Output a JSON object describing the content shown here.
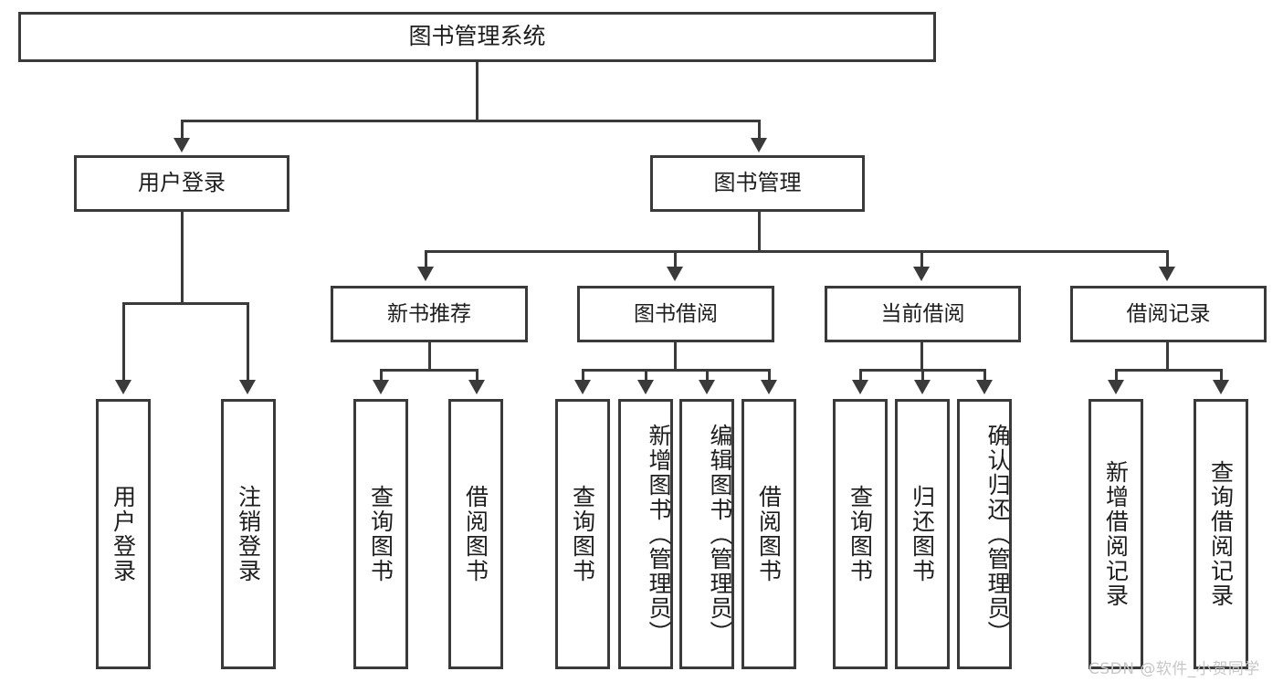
{
  "diagram": {
    "type": "tree",
    "title": "图书管理系统",
    "root": {
      "id": "root",
      "label": "图书管理系统"
    },
    "level1": [
      {
        "id": "user-login",
        "label": "用户登录"
      },
      {
        "id": "book-management",
        "label": "图书管理"
      }
    ],
    "level2": [
      {
        "id": "new-book-recommend",
        "label": "新书推荐"
      },
      {
        "id": "book-borrow",
        "label": "图书借阅"
      },
      {
        "id": "current-borrow",
        "label": "当前借阅"
      },
      {
        "id": "borrow-record",
        "label": "借阅记录"
      }
    ],
    "leaves": {
      "user_login": [
        {
          "id": "leaf-user-login",
          "label": "用户登录"
        },
        {
          "id": "leaf-logout-login",
          "label": "注销登录"
        }
      ],
      "new_book_recommend": [
        {
          "id": "leaf-query-book-1",
          "label": "查询图书"
        },
        {
          "id": "leaf-borrow-book-1",
          "label": "借阅图书"
        }
      ],
      "book_borrow": [
        {
          "id": "leaf-query-book-2",
          "label": "查询图书"
        },
        {
          "id": "leaf-add-book",
          "label": "新增图书（管理员）"
        },
        {
          "id": "leaf-edit-book",
          "label": "编辑图书（管理员）"
        },
        {
          "id": "leaf-borrow-book-2",
          "label": "借阅图书"
        }
      ],
      "current_borrow": [
        {
          "id": "leaf-query-book-3",
          "label": "查询图书"
        },
        {
          "id": "leaf-return-book",
          "label": "归还图书"
        },
        {
          "id": "leaf-confirm-return",
          "label": "确认归还（管理员）"
        }
      ],
      "borrow_record": [
        {
          "id": "leaf-add-record",
          "label": "新增借阅记录"
        },
        {
          "id": "leaf-query-record",
          "label": "查询借阅记录"
        }
      ]
    }
  },
  "watermark": {
    "text": "CSDN @软件_小贺同学"
  },
  "colors": {
    "stroke": "#3a3a3a",
    "text": "#1d1d1d",
    "background": "#ffffff",
    "watermark": "#c7c7c7"
  }
}
